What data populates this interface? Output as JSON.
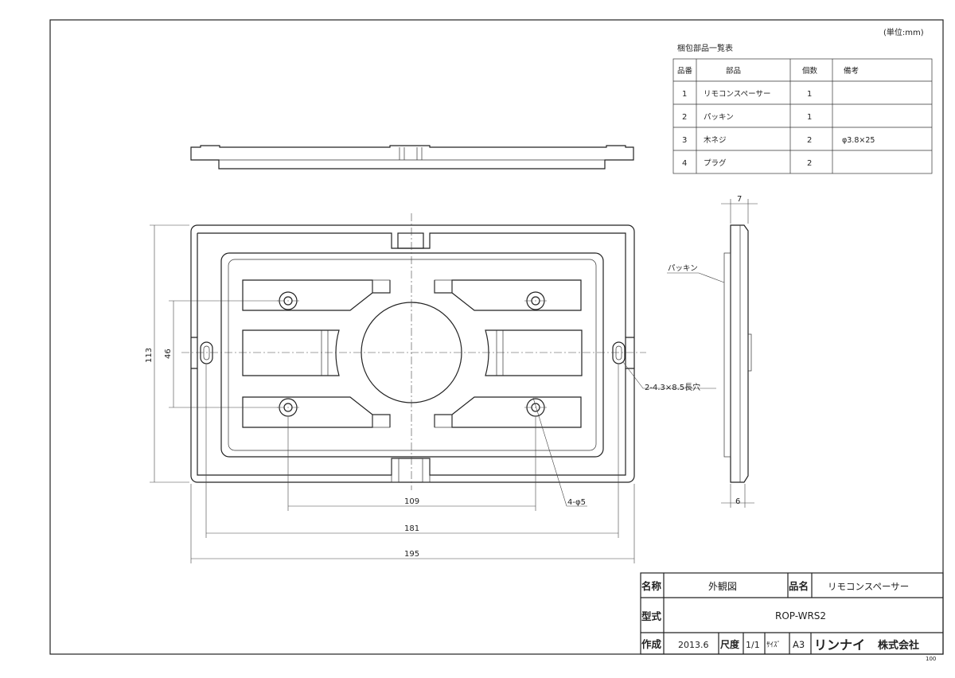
{
  "unit_label": "(単位:mm)",
  "parts_table": {
    "title": "梱包部品一覧表",
    "headers": [
      "品番",
      "部品",
      "個数",
      "備考"
    ],
    "rows": [
      {
        "no": "1",
        "name": "リモコンスペーサー",
        "qty": "1",
        "note": ""
      },
      {
        "no": "2",
        "name": "パッキン",
        "qty": "1",
        "note": ""
      },
      {
        "no": "3",
        "name": "木ネジ",
        "qty": "2",
        "note": "φ3.8×25"
      },
      {
        "no": "4",
        "name": "プラグ",
        "qty": "2",
        "note": ""
      }
    ]
  },
  "dimensions": {
    "overall_width": "195",
    "inner_width": "181",
    "hole_pitch_x": "109",
    "overall_height": "113",
    "hole_pitch_y": "46",
    "side_thickness_top": "7",
    "side_thickness_bottom": "6"
  },
  "callouts": {
    "slot_holes": "2-4.3×8.5長穴",
    "round_holes": "4-φ5",
    "gasket": "パッキン"
  },
  "title_block": {
    "name_label": "名称",
    "name_value": "外観図",
    "product_label": "品名",
    "product_value": "リモコンスペーサー",
    "model_label": "型式",
    "model_value": "ROP-WRS2",
    "created_label": "作成",
    "created_value": "2013.6",
    "scale_label": "尺度",
    "scale_value": "1/1",
    "size_label": "ｻｲｽﾞ",
    "size_value": "A3",
    "company_logo": "リンナイ",
    "company_suffix": "株式会社"
  },
  "corner_mark": "100"
}
